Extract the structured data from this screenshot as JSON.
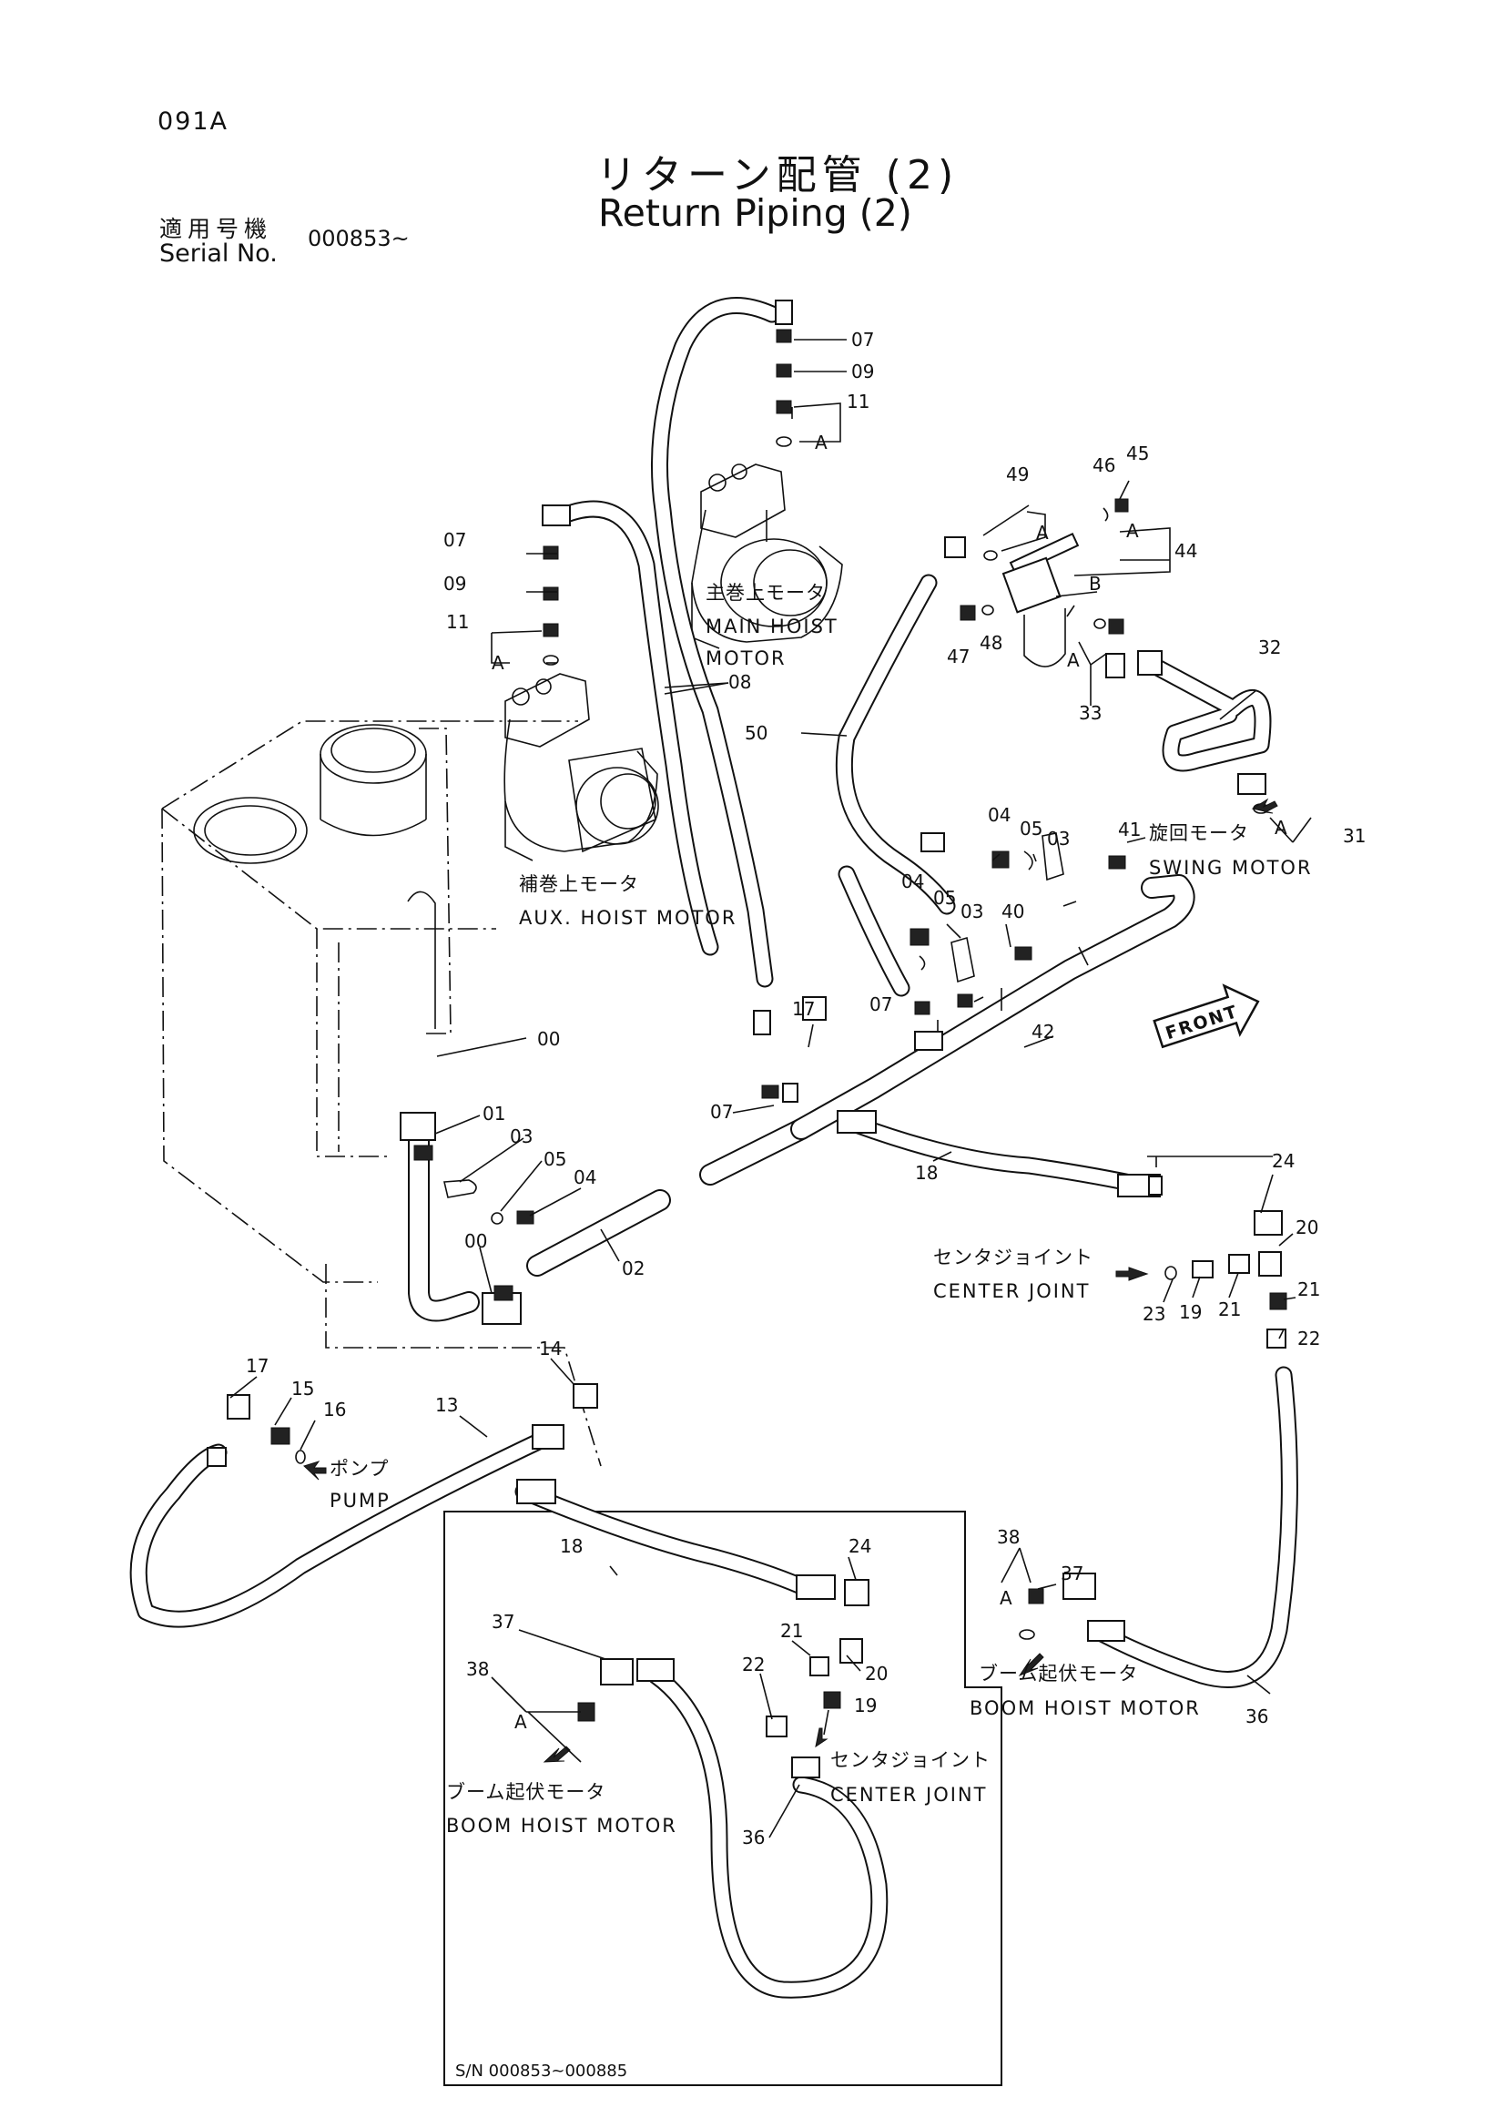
{
  "header": {
    "page_code": "091A",
    "title_jp": "リターン配管 (2)",
    "title_en": "Return Piping (2)",
    "serial_label_jp": "適用号機",
    "serial_label_en": "Serial No.",
    "serial_value": "000853~"
  },
  "components": {
    "main_hoist_motor_jp": "主巻上モータ",
    "main_hoist_motor_en_1": "MAIN HOIST",
    "main_hoist_motor_en_2": "MOTOR",
    "aux_hoist_motor_jp": "補巻上モータ",
    "aux_hoist_motor_en": "AUX. HOIST MOTOR",
    "swing_motor_jp": "旋回モータ",
    "swing_motor_en": "SWING MOTOR",
    "center_joint_jp": "センタジョイント",
    "center_joint_en": "CENTER JOINT",
    "pump_jp": "ポンプ",
    "pump_en": "PUMP",
    "boom_hoist_motor_jp": "ブーム起伏モータ",
    "boom_hoist_motor_en": "BOOM HOIST MOTOR",
    "front_label": "FRONT"
  },
  "inset": {
    "serial_range": "S/N 000853~000885",
    "center_joint_jp": "センタジョイント",
    "center_joint_en": "CENTER JOINT",
    "boom_hoist_motor_jp": "ブーム起伏モータ",
    "boom_hoist_motor_en": "BOOM HOIST MOTOR"
  },
  "callouts": {
    "main_07": "07",
    "main_09": "09",
    "main_11": "11",
    "main_A": "A",
    "p49": "49",
    "p46": "46",
    "p45": "45",
    "p44": "44",
    "pA44": "A",
    "pB44": "B",
    "p47": "47",
    "p48": "48",
    "pA33": "A",
    "p33": "33",
    "p32": "32",
    "pA31": "A",
    "p31": "31",
    "aux_07": "07",
    "aux_09": "09",
    "aux_11": "11",
    "aux_A": "A",
    "p08": "08",
    "p50": "50",
    "p04a": "04",
    "p05a": "05",
    "p03a": "03",
    "p41": "41",
    "p04b": "04",
    "p05b": "05",
    "p03b": "03",
    "p40": "40",
    "p07c": "07",
    "p42": "42",
    "p17a": "17",
    "p07d": "07",
    "p00a": "00",
    "p01": "01",
    "p03c": "03",
    "p05c": "05",
    "p04c": "04",
    "p00b": "00",
    "p02": "02",
    "p18": "18",
    "p24": "24",
    "p20": "20",
    "p21a": "21",
    "p21b": "21",
    "p19": "19",
    "p23": "23",
    "p22": "22",
    "p17b": "17",
    "p15": "15",
    "p16": "16",
    "p13": "13",
    "p14": "14",
    "p38": "38",
    "pA38": "A",
    "p37": "37",
    "p36": "36",
    "i18": "18",
    "i24": "24",
    "i21": "21",
    "i20": "20",
    "i22": "22",
    "i19": "19",
    "i37": "37",
    "i38": "38",
    "iA": "A",
    "i36": "36"
  }
}
